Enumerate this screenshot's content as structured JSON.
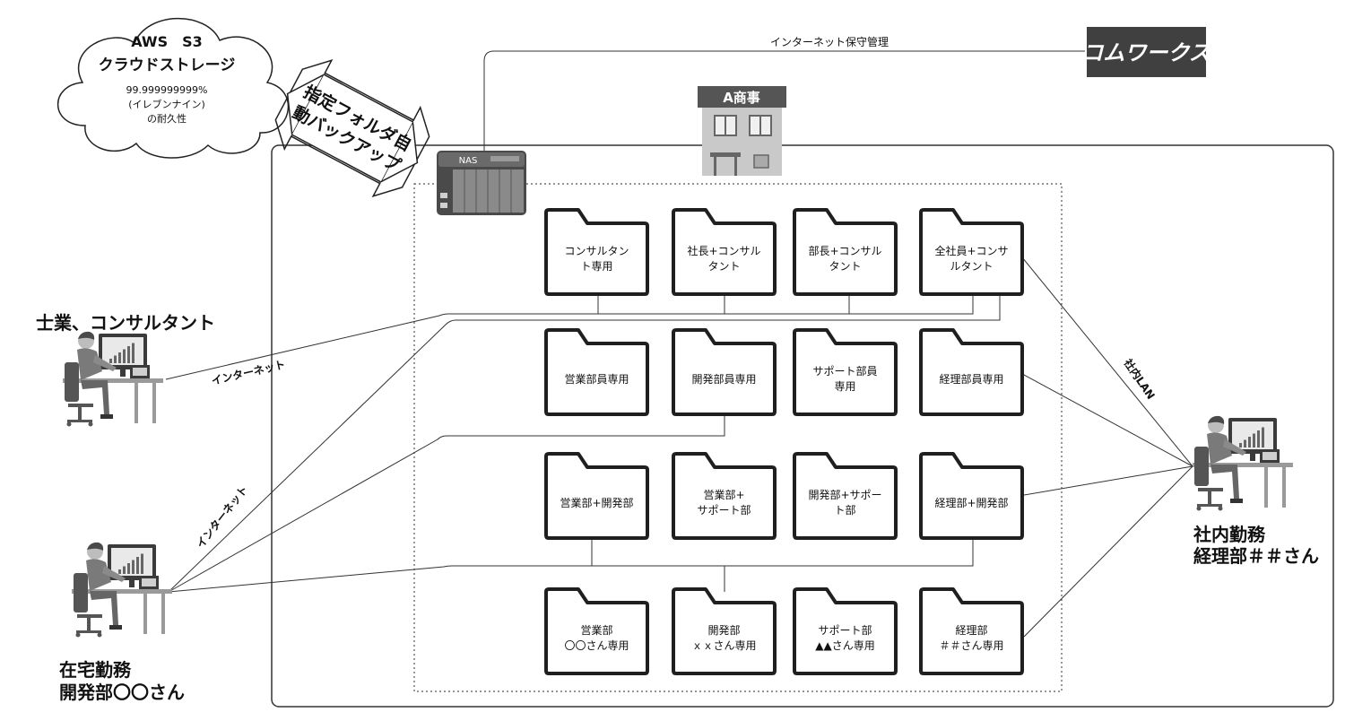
{
  "cloud": {
    "title1": "AWS　S3",
    "title2": "クラウドストレージ",
    "line1": "99.999999999%",
    "line2": "(イレブンナイン)",
    "line3": "の耐久性"
  },
  "backup_arrow": {
    "line1": "指定フォルダ自",
    "line2": "動バックアップ"
  },
  "top_link_label": "インターネット保守管理",
  "logo_text": "コムワークス",
  "building_label": "A商事",
  "nas_label": "NAS",
  "folders": [
    [
      "コンサルタン",
      "ト専用"
    ],
    [
      "社長+コンサル",
      "タント"
    ],
    [
      "部長+コンサル",
      "タント"
    ],
    [
      "全社員+コンサ",
      "ルタント"
    ],
    [
      "営業部員専用",
      ""
    ],
    [
      "開発部員専用",
      ""
    ],
    [
      "サポート部員",
      "専用"
    ],
    [
      "経理部員専用",
      ""
    ],
    [
      "営業部+開発部",
      ""
    ],
    [
      "営業部+",
      "サポート部"
    ],
    [
      "開発部+サポー",
      "ト部"
    ],
    [
      "経理部+開発部",
      ""
    ],
    [
      "営業部",
      "〇〇さん専用"
    ],
    [
      "開発部",
      "ｘｘさん専用"
    ],
    [
      "サポート部",
      "▲▲さん専用"
    ],
    [
      "経理部",
      "＃＃さん専用"
    ]
  ],
  "users": {
    "consultant": "士業、コンサルタント",
    "home_line1": "在宅勤務",
    "home_line2": "開発部〇〇さん",
    "office_line1": "社内勤務",
    "office_line2": "経理部＃＃さん"
  },
  "line_labels": {
    "internet1": "インターネット",
    "internet2": "インターネット",
    "lan": "社内LAN"
  }
}
